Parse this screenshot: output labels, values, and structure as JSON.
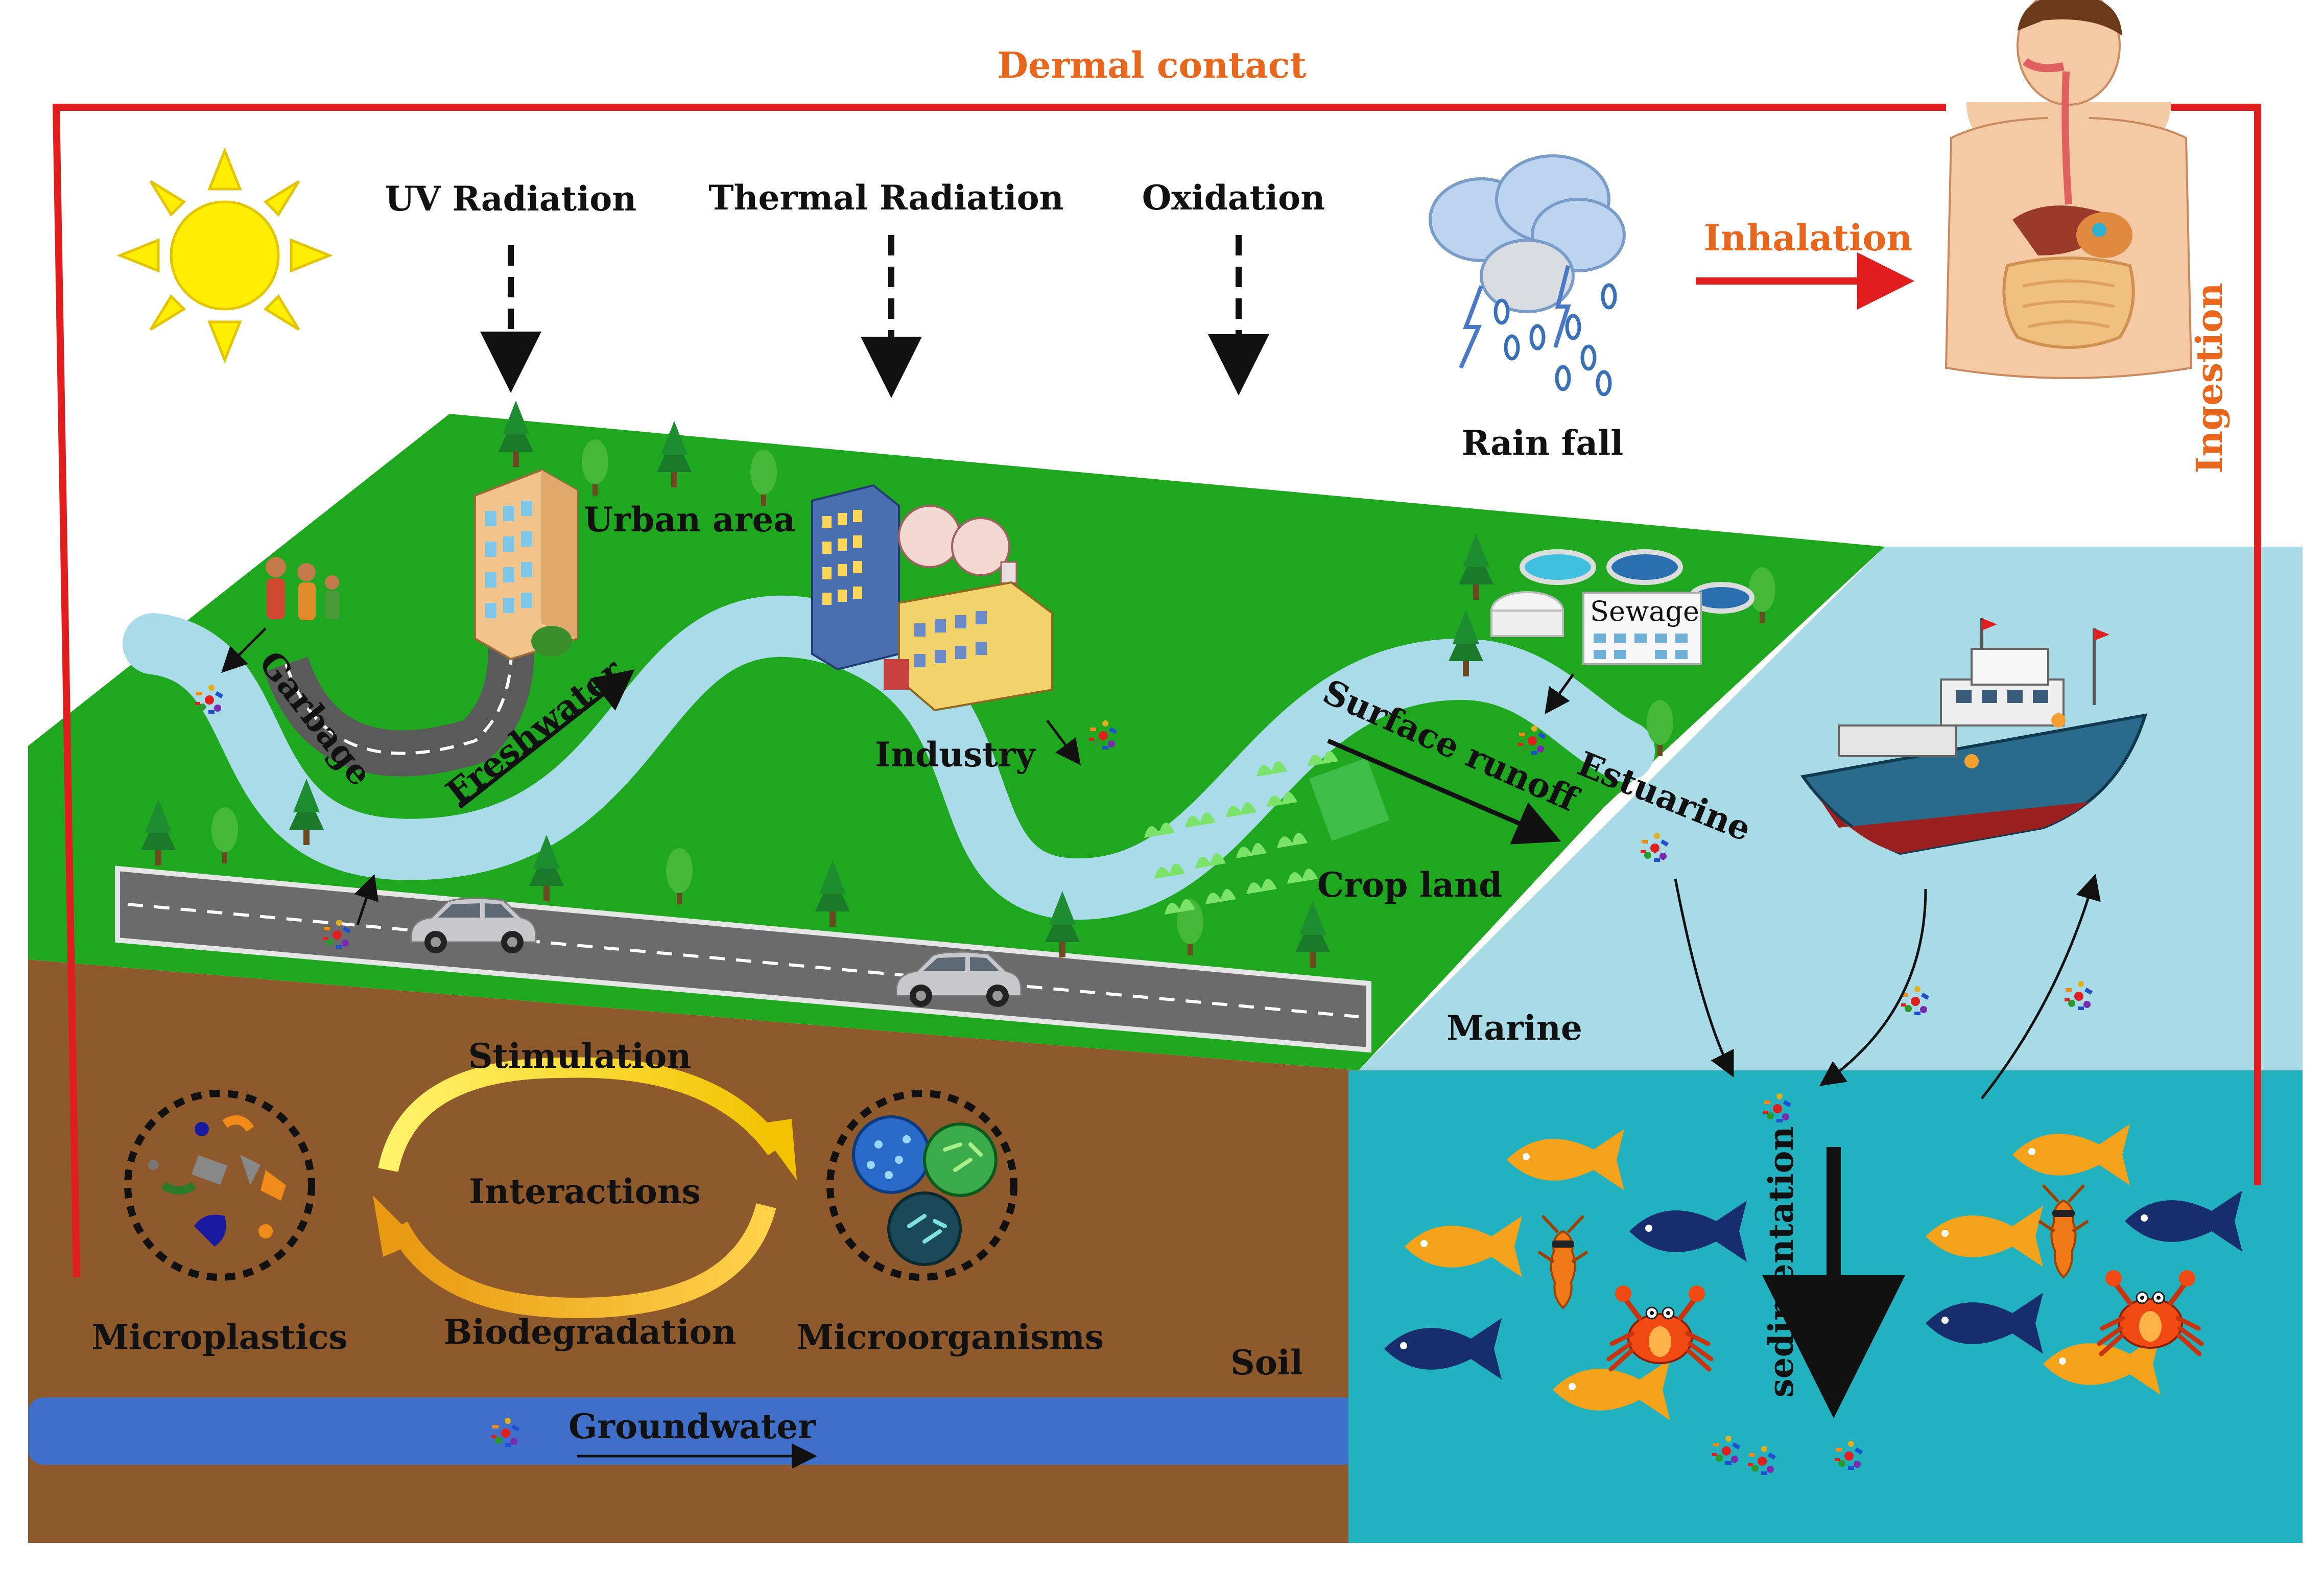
{
  "colors": {
    "pathway_red": "#e11d1d",
    "pathway_text": "#e8671c",
    "land_green": "#1fa81f",
    "river": "#a9dbe8",
    "soil": "#8e5a2b",
    "groundwater": "#3f6fc8",
    "shallow_sea": "#a8dbe6",
    "deep_sea": "#22b2bf",
    "sun": "#ffee00",
    "road": "#6b6b6b"
  },
  "pathways": {
    "dermal": "Dermal contact",
    "inhalation": "Inhalation",
    "ingestion": "Ingestion"
  },
  "weathering": {
    "uv": "UV Radiation",
    "thermal": "Thermal Radiation",
    "oxidation": "Oxidation",
    "rain": "Rain fall"
  },
  "land": {
    "urban": "Urban area",
    "garbage": "Garbage",
    "freshwater": "Freshwater",
    "industry": "Industry",
    "runoff": "Surface runoff",
    "cropland": "Crop land",
    "sewage": "Sewage",
    "estuarine": "Estuarine"
  },
  "soil": {
    "stimulation": "Stimulation",
    "interactions": "Interactions",
    "biodegradation": "Biodegradation",
    "microplastics": "Microplastics",
    "microorganisms": "Microorganisms",
    "soil": "Soil",
    "groundwater": "Groundwater"
  },
  "sea": {
    "marine": "Marine",
    "sedimentation": "sedimentation"
  },
  "icons": [
    "sun-icon",
    "rain-cloud-icon",
    "human-body-icon",
    "building-icon",
    "factory-icon",
    "sewage-plant-icon",
    "ship-icon",
    "car-icon",
    "fish-icon",
    "crab-icon",
    "shrimp-icon",
    "tree-icon",
    "people-icon",
    "microplastic-particles-icon"
  ]
}
